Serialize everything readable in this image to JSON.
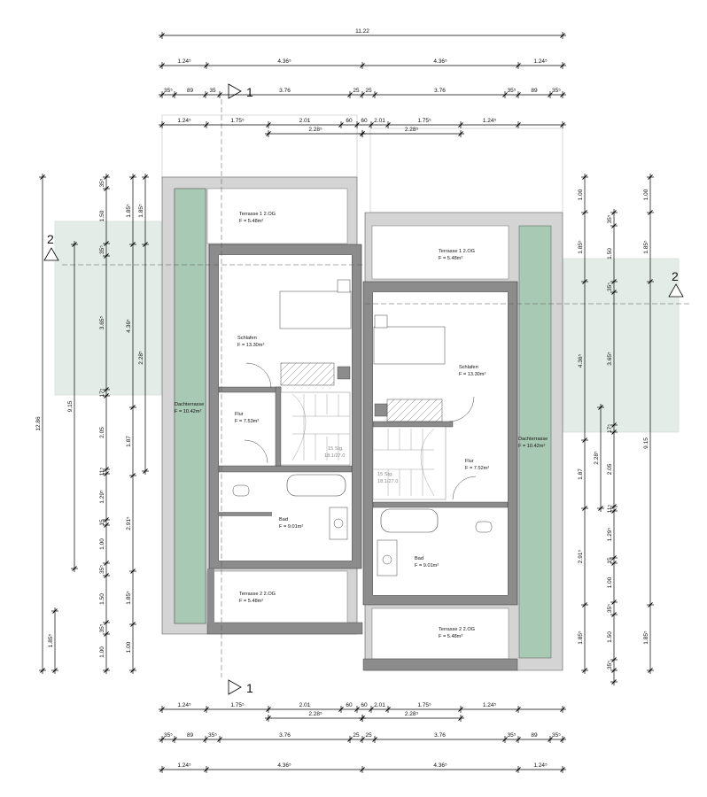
{
  "colors": {
    "wall": "#8c8c8c",
    "outer_wall": "#d4d4d4",
    "green_roof": "#a8c9b4",
    "section_tint": "#e3ece6",
    "line": "#000000"
  },
  "dimensions": {
    "overall_width": "11.22",
    "overall_height": "12.86",
    "row1": [
      "1.24⁵",
      "4.36⁵",
      "4.36⁵",
      "1.24⁵"
    ],
    "row2": [
      "35⁵",
      "89",
      "35",
      "3.76",
      "25",
      "25",
      "3.76",
      "35⁵",
      "89",
      "35⁵"
    ],
    "row3": [
      "1.24⁵",
      "1.75⁵",
      "2.01",
      "60",
      "60",
      "2.01",
      "1.75⁵",
      "1.24⁵"
    ],
    "row3_sub": [
      "2.28⁵",
      "2.28⁵"
    ],
    "bottom_row1": [
      "1.24⁵",
      "1.75⁵",
      "2.01",
      "60",
      "60",
      "2.01",
      "1.75⁵",
      "1.24⁵"
    ],
    "bottom_row1_sub": [
      "2.28⁵",
      "2.28⁵"
    ],
    "bottom_row2": [
      "35⁵",
      "89",
      "35⁵",
      "3.76",
      "25",
      "25",
      "3.76",
      "35⁵",
      "89",
      "35⁵"
    ],
    "bottom_row3": [
      "1.24⁵",
      "4.36⁵",
      "4.36⁵",
      "1.24⁵"
    ],
    "left_col1": [
      "9.15"
    ],
    "left_col2": [
      "35⁵",
      "1.50",
      "35⁵",
      "3.65⁵",
      "17⁵",
      "2.05",
      "11⁵",
      "1.29⁵",
      "15",
      "1.00",
      "35⁵",
      "1.50",
      "35⁵",
      "1.00"
    ],
    "left_col3": [
      "1.85⁵",
      "4.36⁵",
      "1.87",
      "2.91⁵",
      "1.85⁵",
      "1.00"
    ],
    "left_col4": [
      "1.85⁵",
      "2.28⁵"
    ],
    "left_col0": [
      "1.85⁵",
      "1.00"
    ],
    "right_col1": [
      "1.00",
      "1.85⁵",
      "4.36⁵",
      "1.87",
      "2.91⁵",
      "1.85⁵"
    ],
    "right_col2": [
      "35⁵",
      "1.50",
      "35⁵",
      "3.65⁵",
      "17⁵",
      "2.05",
      "11⁵",
      "1.29⁵",
      "15",
      "1.00",
      "35⁵",
      "1.50",
      "35⁵"
    ],
    "right_col3": [
      "1.00",
      "1.85⁵",
      "9.15",
      "1.85⁵"
    ],
    "right_col4": [
      "2.28⁵"
    ]
  },
  "section_markers": {
    "section1": "1",
    "section2": "2"
  },
  "rooms_left": [
    {
      "name": "Terrasse 1 2.OG",
      "area": "F = 5.48m²"
    },
    {
      "name": "Schlafen",
      "area": "F = 13.30m²"
    },
    {
      "name": "Dachterrasse",
      "area": "F = 10.42m²"
    },
    {
      "name": "Flur",
      "area": "F = 7.53m²"
    },
    {
      "name": "Bad",
      "area": "F = 9.01m²"
    },
    {
      "name": "Terrasse 2 2.OG",
      "area": "F = 5.48m²"
    }
  ],
  "rooms_right": [
    {
      "name": "Terrasse 1 2.OG",
      "area": "F = 5.48m²"
    },
    {
      "name": "Schlafen",
      "area": "F = 13.30m²"
    },
    {
      "name": "Dachterrasse",
      "area": "F = 10.42m²"
    },
    {
      "name": "Flur",
      "area": "F = 7.52m²"
    },
    {
      "name": "Bad",
      "area": "F = 9.01m²"
    },
    {
      "name": "Terrasse 2 2.OG",
      "area": "F = 5.48m²"
    }
  ],
  "stairs_left": {
    "steps": "15 Stg.",
    "ratio": "18.1/27.0"
  },
  "stairs_right": {
    "steps": "15 Stg.",
    "ratio": "18.1/27.0"
  }
}
